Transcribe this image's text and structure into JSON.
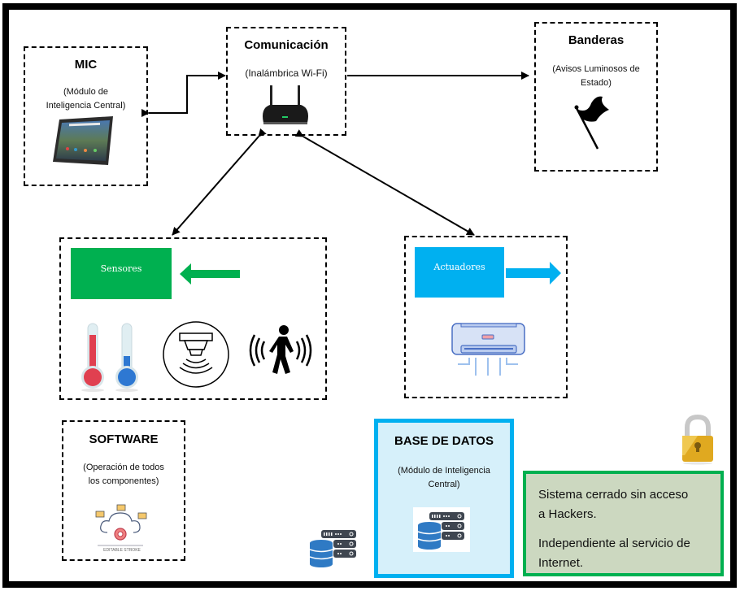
{
  "mic": {
    "title": "MIC",
    "subtitle_line1": "(Módulo de",
    "subtitle_line2": "Inteligencia Central)",
    "icon": "tablet-icon"
  },
  "comunicacion": {
    "title": "Comunicación",
    "subtitle": "(Inalámbrica Wi-Fi)",
    "icon": "wifi-router-icon"
  },
  "banderas": {
    "title": "Banderas",
    "subtitle_line1": "(Avisos Luminosos de",
    "subtitle_line2": "Estado)",
    "icon": "flag-icon"
  },
  "sensores": {
    "label": "Sensores",
    "color": "#00b050",
    "icons": [
      "thermometer-hot-icon",
      "thermometer-cold-icon",
      "smoke-detector-icon",
      "motion-sensor-icon"
    ]
  },
  "actuadores": {
    "label": "Actuadores",
    "color": "#00b0f0",
    "icons": [
      "air-conditioner-icon"
    ]
  },
  "software": {
    "title": "SOFTWARE",
    "subtitle_line1": "(Operación de todos",
    "subtitle_line2": "los componentes)",
    "icon_caption": "EDITABLE STROKE",
    "icon": "cloud-gear-icon"
  },
  "base_datos": {
    "title": "BASE DE DATOS",
    "subtitle_line1": "(Módulo de Inteligencia",
    "subtitle_line2": "Central)",
    "border_color": "#00b0f0",
    "background": "#d6f0fa",
    "icon": "database-server-icon"
  },
  "security_note": {
    "line1": "Sistema cerrado sin acceso",
    "line2": "a Hackers.",
    "line3": "Independiente al servicio de",
    "line4": "Internet.",
    "border_color": "#00b050",
    "background": "#ccd8c0",
    "icon": "padlock-icon"
  }
}
